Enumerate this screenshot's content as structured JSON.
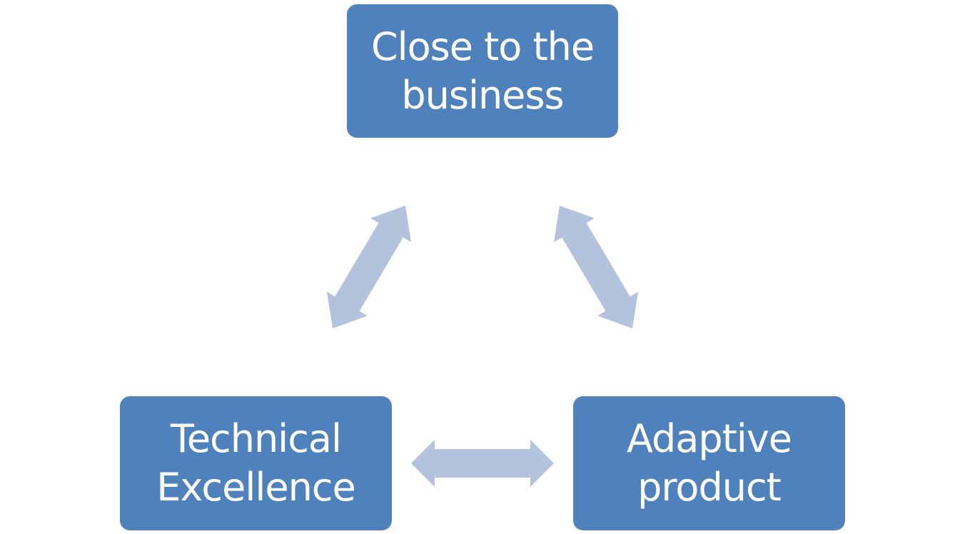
{
  "diagram": {
    "nodes": [
      {
        "id": "top",
        "lines": [
          "Close to the",
          "business"
        ]
      },
      {
        "id": "left",
        "lines": [
          "Technical",
          "Excellence"
        ]
      },
      {
        "id": "right",
        "lines": [
          "Adaptive",
          "product"
        ]
      }
    ],
    "connections": [
      {
        "from": "top",
        "to": "left",
        "type": "bidirectional"
      },
      {
        "from": "top",
        "to": "right",
        "type": "bidirectional"
      },
      {
        "from": "left",
        "to": "right",
        "type": "bidirectional"
      }
    ],
    "colors": {
      "node_fill": "#4f81bd",
      "node_text": "#ffffff",
      "arrow_fill": "#b3c3de"
    }
  }
}
